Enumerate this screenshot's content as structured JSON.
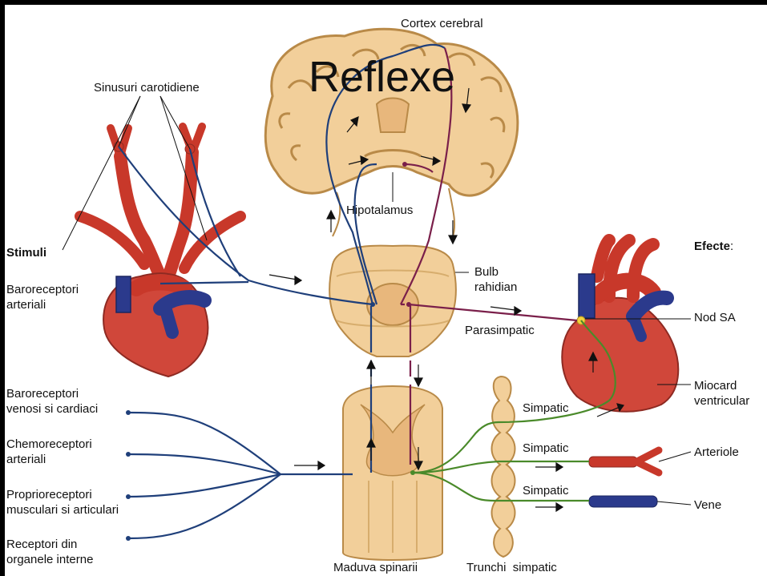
{
  "title": "Reflexe",
  "labels": {
    "cortex": "Cortex cerebral",
    "sinusuri": "Sinusuri carotidiene",
    "stimuli": "Stimuli",
    "baroreceptori_art_1": "Baroreceptori",
    "baroreceptori_art_2": "arteriali",
    "hipotalamus": "Hipotalamus",
    "bulb_1": "Bulb",
    "bulb_2": "rahidian",
    "parasimpatic": "Parasimpatic",
    "efecte": "Efecte",
    "efecte_colon": ":",
    "nod_sa": "Nod SA",
    "miocard_1": "Miocard",
    "miocard_2": "ventricular",
    "baro_venosi_1": "Baroreceptori",
    "baro_venosi_2": "venosi si cardiaci",
    "chemo_1": "Chemoreceptori",
    "chemo_2": "arteriali",
    "proprio_1": "Proprioreceptori",
    "proprio_2": "musculari si articulari",
    "receptori_1": "Receptori din",
    "receptori_2": "organele interne",
    "simpatic_1": "Simpatic",
    "simpatic_2": "Simpatic",
    "simpatic_3": "Simpatic",
    "arteriole": "Arteriole",
    "vene": "Vene",
    "maduva": "Maduva spinarii",
    "trunchi": "Trunchi  simpatic"
  },
  "colors": {
    "afferent": "#1f3f7a",
    "parasympathetic": "#7a1f4a",
    "sympathetic": "#4a8a2a",
    "tissue": "#f2cf9a",
    "tissue_dark": "#b98a48",
    "artery": "#c8382a",
    "vein": "#2b3a8c"
  }
}
